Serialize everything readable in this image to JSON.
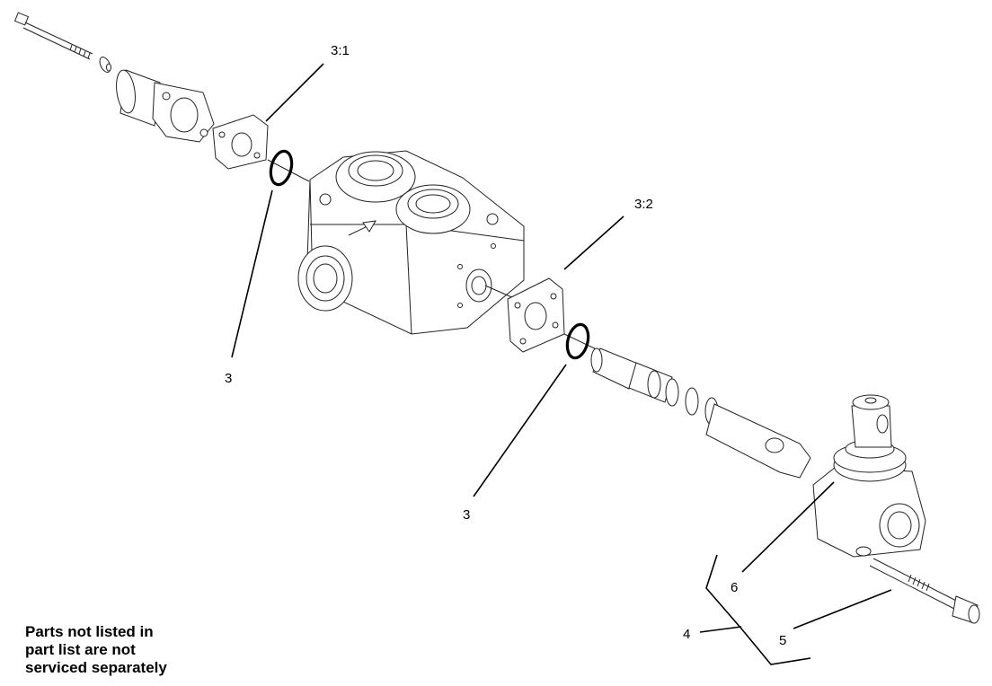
{
  "callouts": {
    "seal_upper": "3:1",
    "seal_lower": "3:2",
    "oring_left": "3",
    "oring_right": "3",
    "kit": "4",
    "capscrew": "5",
    "handle_housing": "6"
  },
  "note": {
    "line1": "Parts not listed in",
    "line2": "part list are not",
    "line3": "serviced separately"
  }
}
